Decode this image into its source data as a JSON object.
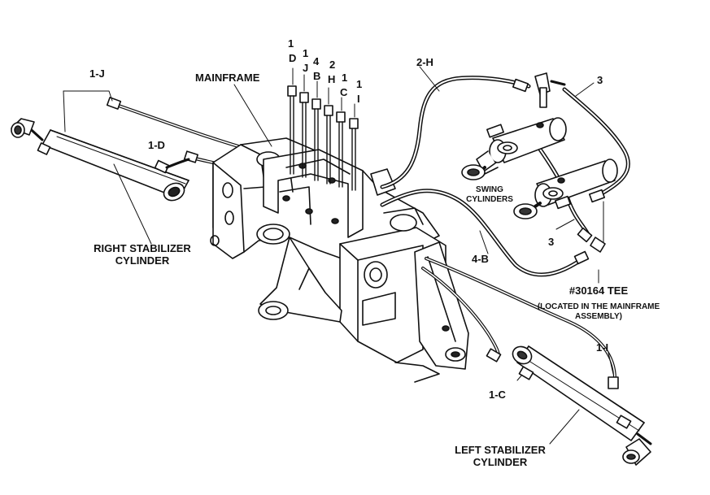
{
  "labels": {
    "mainframe": "MAINFRAME",
    "right_stabilizer_line1": "RIGHT STABILIZER",
    "right_stabilizer_line2": "CYLINDER",
    "left_stabilizer_line1": "LEFT STABILIZER",
    "left_stabilizer_line2": "CYLINDER",
    "swing_line1": "SWING",
    "swing_line2": "CYLINDERS",
    "tee_line1": "#30164 TEE",
    "tee_line2": "(LOCATED IN THE MAINFRAME",
    "tee_line3": "ASSEMBLY)",
    "hose_1j": "1-J",
    "hose_1d": "1-D",
    "hose_2h": "2-H",
    "hose_3_top": "3",
    "hose_3_bottom": "3",
    "hose_4b": "4-B",
    "hose_1i": "1-I",
    "hose_1c": "1-C"
  },
  "fitting_stack": [
    {
      "num": "1",
      "letter": "D"
    },
    {
      "num": "1",
      "letter": "J"
    },
    {
      "num": "4",
      "letter": "B"
    },
    {
      "num": "2",
      "letter": "H"
    },
    {
      "num": "1",
      "letter": "C"
    },
    {
      "num": "1",
      "letter": "I"
    }
  ],
  "colors": {
    "ink": "#111111",
    "paper": "#ffffff"
  }
}
